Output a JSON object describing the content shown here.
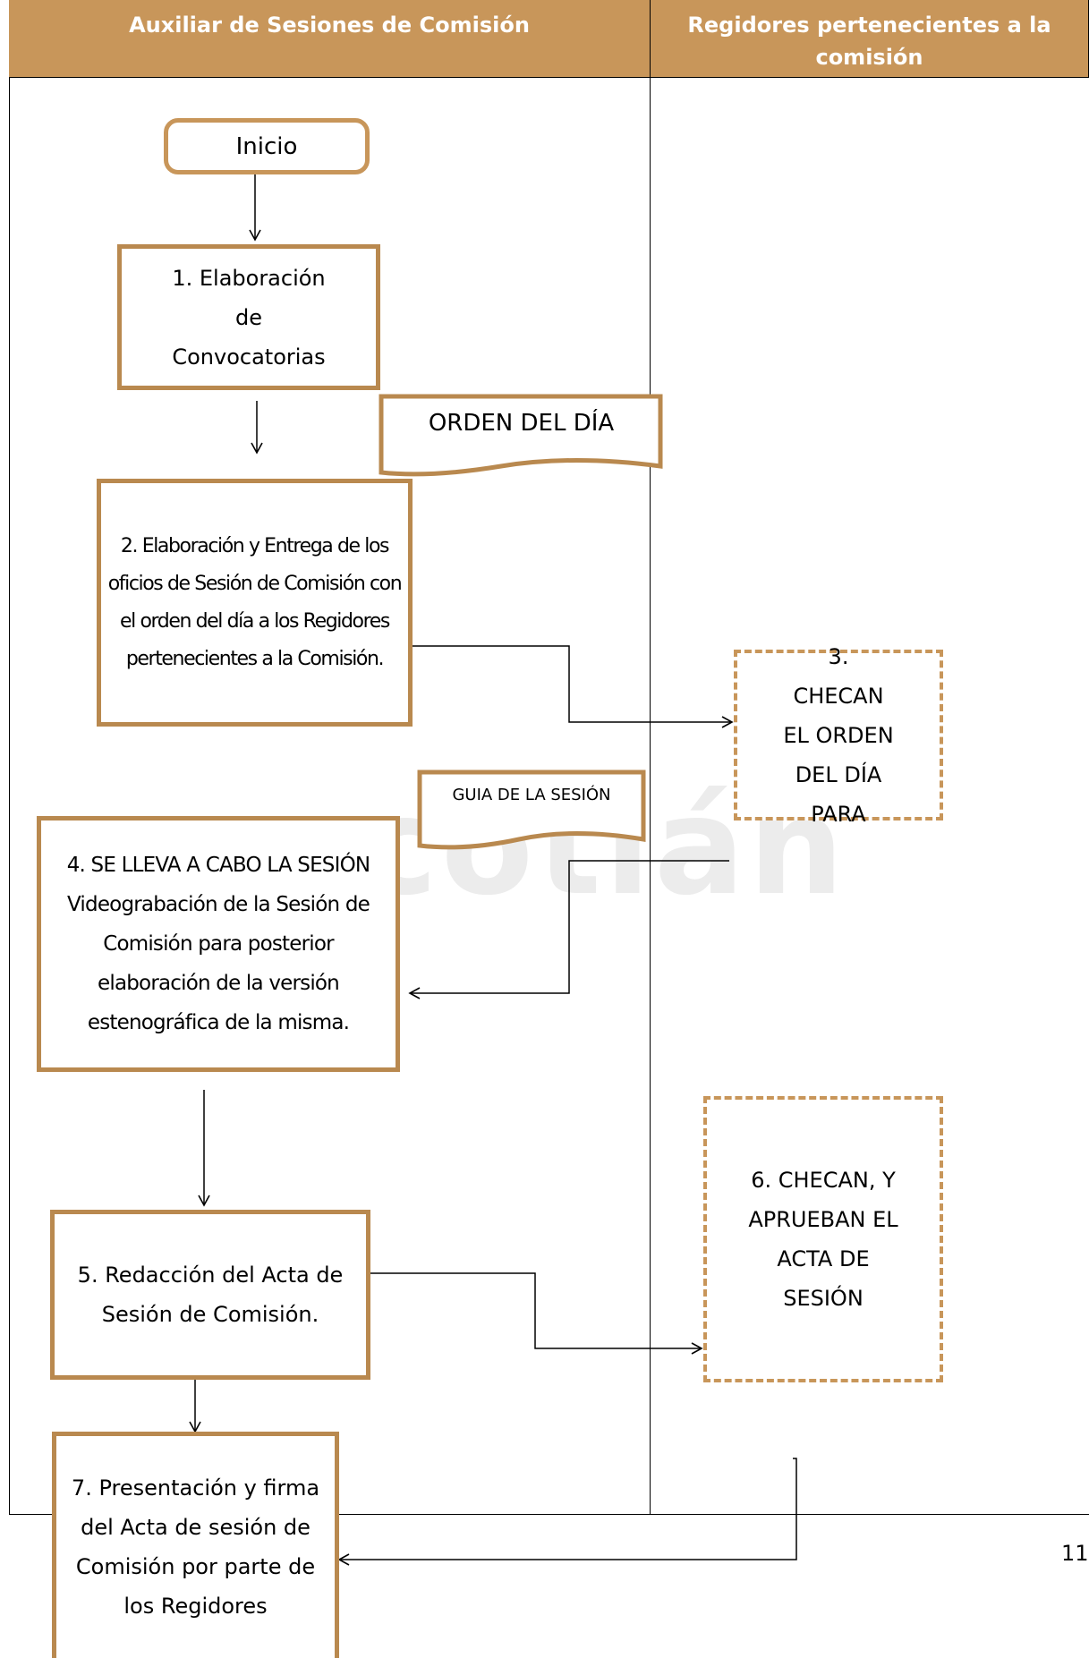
{
  "header": {
    "left_lane": "Auxiliar de Sesiones de Comisión",
    "right_lane": "Regidores pertenecientes a la comisión"
  },
  "nodes": {
    "start": "Inicio",
    "step1": "1. Elaboración de Convocatorias",
    "doc_orden": "ORDEN DEL DÍA",
    "step2": "2. Elaboración y Entrega de los oficios de Sesión de Comisión con el orden del día a los Regidores pertenecientes a la Comisión.",
    "step3": "3. CHECAN EL ORDEN DEL DÍA PARA",
    "doc_guia": "GUIA DE LA SESIÓN",
    "step4": "4. SE LLEVA A CABO LA SESIÓN Videograbación de la Sesión de Comisión para posterior elaboración de la versión estenográfica de la misma.",
    "step5": "5. Redacción del Acta de Sesión de Comisión.",
    "step6": "6. CHECAN, Y APRUEBAN EL ACTA DE SESIÓN",
    "step7": "7. Presentación y firma del Acta de sesión de Comisión por parte de los Regidores"
  },
  "watermark": "cotlán",
  "page_number": "11",
  "colors": {
    "header_bg": "#c8965a",
    "box_border": "#b9894f",
    "dashed_border": "#c8965a"
  }
}
